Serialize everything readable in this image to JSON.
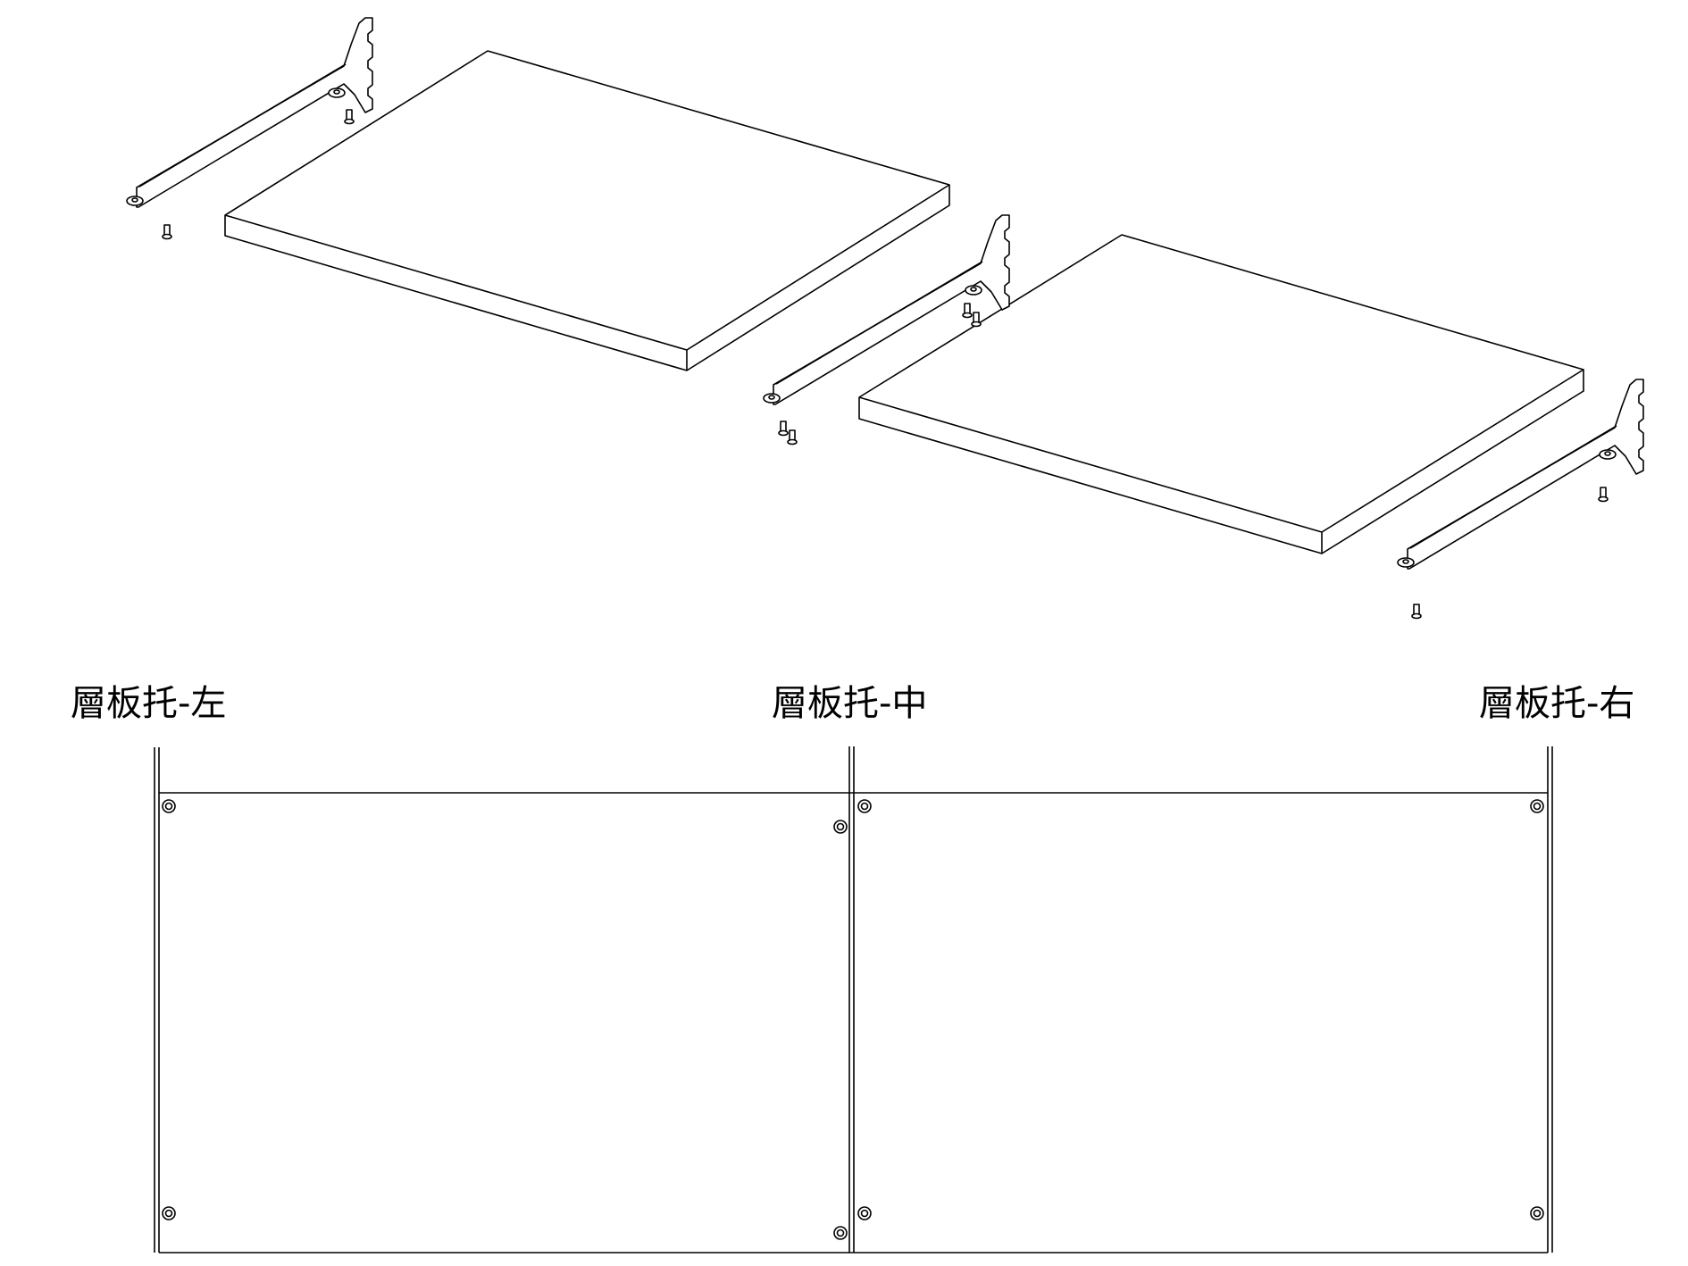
{
  "labels": {
    "left": "層板托-左",
    "middle": "層板托-中",
    "right": "層板托-右"
  }
}
